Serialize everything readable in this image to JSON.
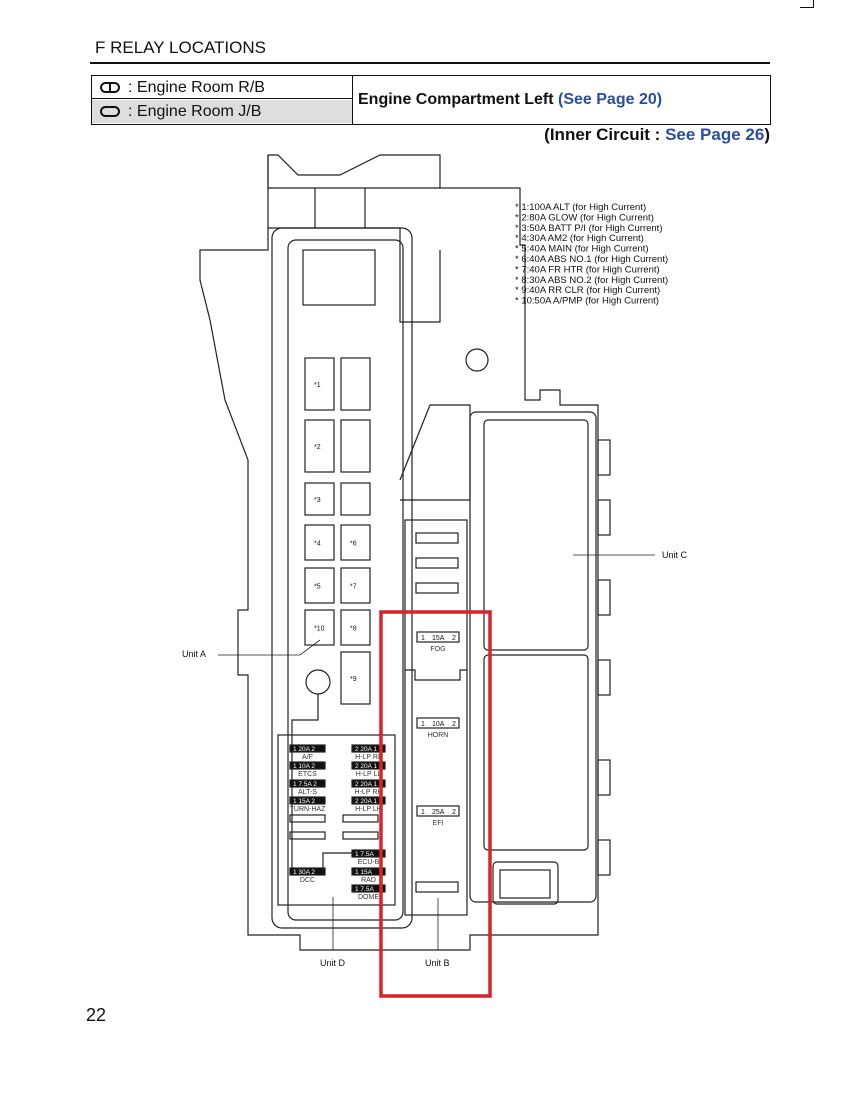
{
  "header": {
    "title": "F  RELAY LOCATIONS"
  },
  "legend": {
    "rb_label": ": Engine Room R/B",
    "jb_label": ": Engine Room J/B",
    "location": "Engine Compartment Left ",
    "location_link": "(See Page 20)",
    "inner_prefix": "(Inner Circuit : ",
    "inner_link": "See Page 26",
    "inner_suffix": ")"
  },
  "notes": [
    "* 1:100A ALT (for High Current)",
    "* 2:80A GLOW (for High Current)",
    "* 3:50A BATT P/I (for High Current)",
    "* 4:30A AM2 (for High Current)",
    "* 5:40A MAIN (for High Current)",
    "* 6:40A ABS NO.1 (for High Current)",
    "* 7:40A FR HTR (for High Current)",
    "* 8:30A ABS NO.2 (for High Current)",
    "* 9:40A RR CLR (for High Current)",
    "* 10:50A A/PMP (for High Current)"
  ],
  "unit_a_slots": [
    "*1",
    "*2",
    "*3",
    "*4",
    "*5",
    "*10",
    "*6",
    "*7",
    "*8",
    "*9"
  ],
  "unit_b_fuses": [
    {
      "a": "1",
      "amp": "15A",
      "b": "2",
      "name": "FOG"
    },
    {
      "a": "1",
      "amp": "10A",
      "b": "2",
      "name": "HORN"
    },
    {
      "a": "1",
      "amp": "25A",
      "b": "2",
      "name": "EFI"
    }
  ],
  "unit_d_left": [
    {
      "fuse": "1 20A 2",
      "name": "A/F"
    },
    {
      "fuse": "1 10A 2",
      "name": "ETCS"
    },
    {
      "fuse": "1 7.5A 2",
      "name": "ALT-S"
    },
    {
      "fuse": "1 15A 2",
      "name": "TURN-HAZ"
    },
    {
      "fuse": "1 30A 2",
      "name": "DCC"
    }
  ],
  "unit_d_right": [
    {
      "fuse": "2 20A 1",
      "name": "H-LP RL"
    },
    {
      "fuse": "2 20A 1",
      "name": "H-LP LL"
    },
    {
      "fuse": "2 20A 1",
      "name": "H-LP RH"
    },
    {
      "fuse": "2 20A 1",
      "name": "H-LP LH"
    },
    {
      "fuse": "1 7.5A",
      "name": "ECU-B"
    },
    {
      "fuse": "1 15A",
      "name": "RAD"
    },
    {
      "fuse": "1 7.5A",
      "name": "DOME"
    }
  ],
  "units": {
    "a": "Unit A",
    "b": "Unit B",
    "c": "Unit C",
    "d": "Unit D"
  },
  "highlight_color": "#d9232a",
  "link_color": "#2b4ea0",
  "page_number": "22"
}
